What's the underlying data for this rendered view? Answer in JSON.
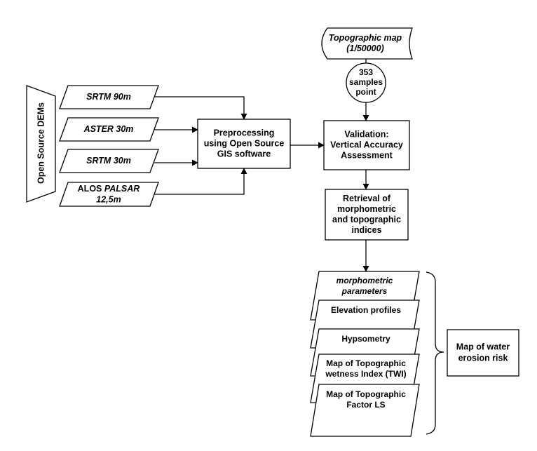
{
  "sources_group": {
    "label": "Open Source DEMs"
  },
  "dems": [
    {
      "label_parts": [
        {
          "text": "SRTM 90m",
          "italic": true
        }
      ]
    },
    {
      "label_parts": [
        {
          "text": "ASTER 30m",
          "italic": true
        }
      ]
    },
    {
      "label_parts": [
        {
          "text": "SRTM 30m",
          "italic": true
        }
      ]
    },
    {
      "label_parts": [
        {
          "text": "ALOS ",
          "italic": false
        },
        {
          "text": "PALSAR",
          "italic": true
        }
      ],
      "line2": "12,5m"
    }
  ],
  "preprocessing": {
    "lines": [
      "Preprocessing",
      "using Open Source",
      "GIS software"
    ]
  },
  "topographic_map": {
    "lines": [
      "Topographic map",
      "(1/50000)"
    ]
  },
  "samples": {
    "lines": [
      "353",
      "samples",
      "point"
    ]
  },
  "validation": {
    "lines": [
      "Validation:",
      "Vertical Accuracy",
      "Assessment"
    ]
  },
  "retrieval": {
    "lines": [
      "Retrieval of",
      "morphometric",
      "and topographic",
      "indices"
    ]
  },
  "outputs": [
    {
      "lines": [
        "morphometric",
        "parameters"
      ],
      "italic": true
    },
    {
      "lines": [
        "Elevation profiles"
      ],
      "italic": false
    },
    {
      "lines": [
        "Hypsometry"
      ],
      "italic": false
    },
    {
      "lines": [
        "Map of Topographic",
        "wetness Index (TWI)"
      ],
      "italic": false
    },
    {
      "lines": [
        "Map of Topographic",
        "Factor LS"
      ],
      "italic": false
    }
  ],
  "risk": {
    "lines": [
      "Map of water",
      "erosion risk"
    ]
  }
}
